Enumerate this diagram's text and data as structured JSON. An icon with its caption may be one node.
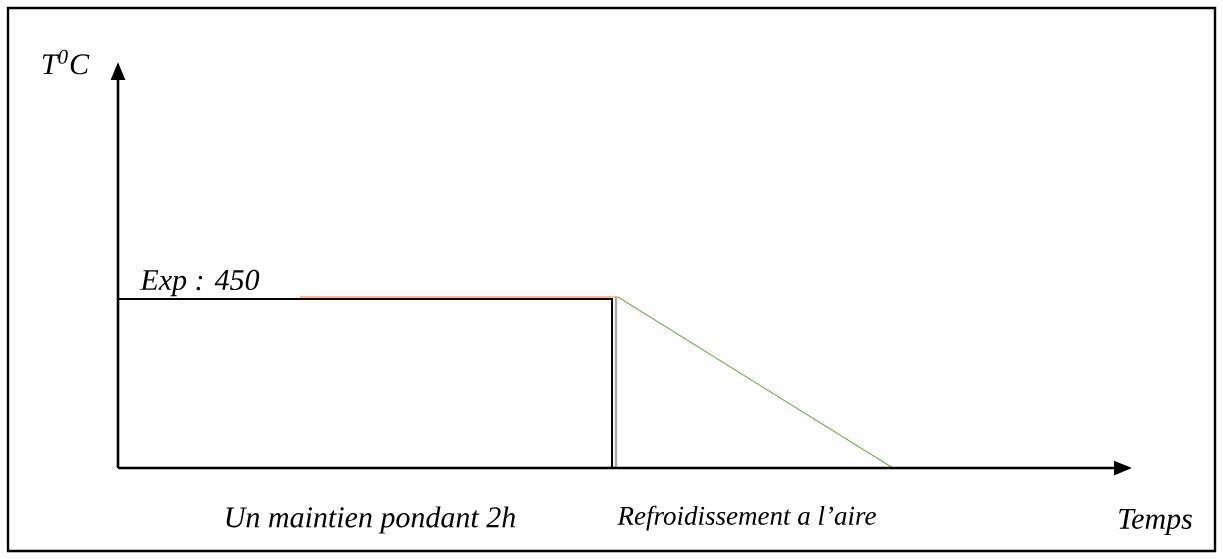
{
  "diagram": {
    "labels": [
      "T$^{0}$C",
      "Exp : 450",
      "Un maintien pondant 2h",
      "Refroidissement a l’aire",
      "Temps"
    ]
  }
}
